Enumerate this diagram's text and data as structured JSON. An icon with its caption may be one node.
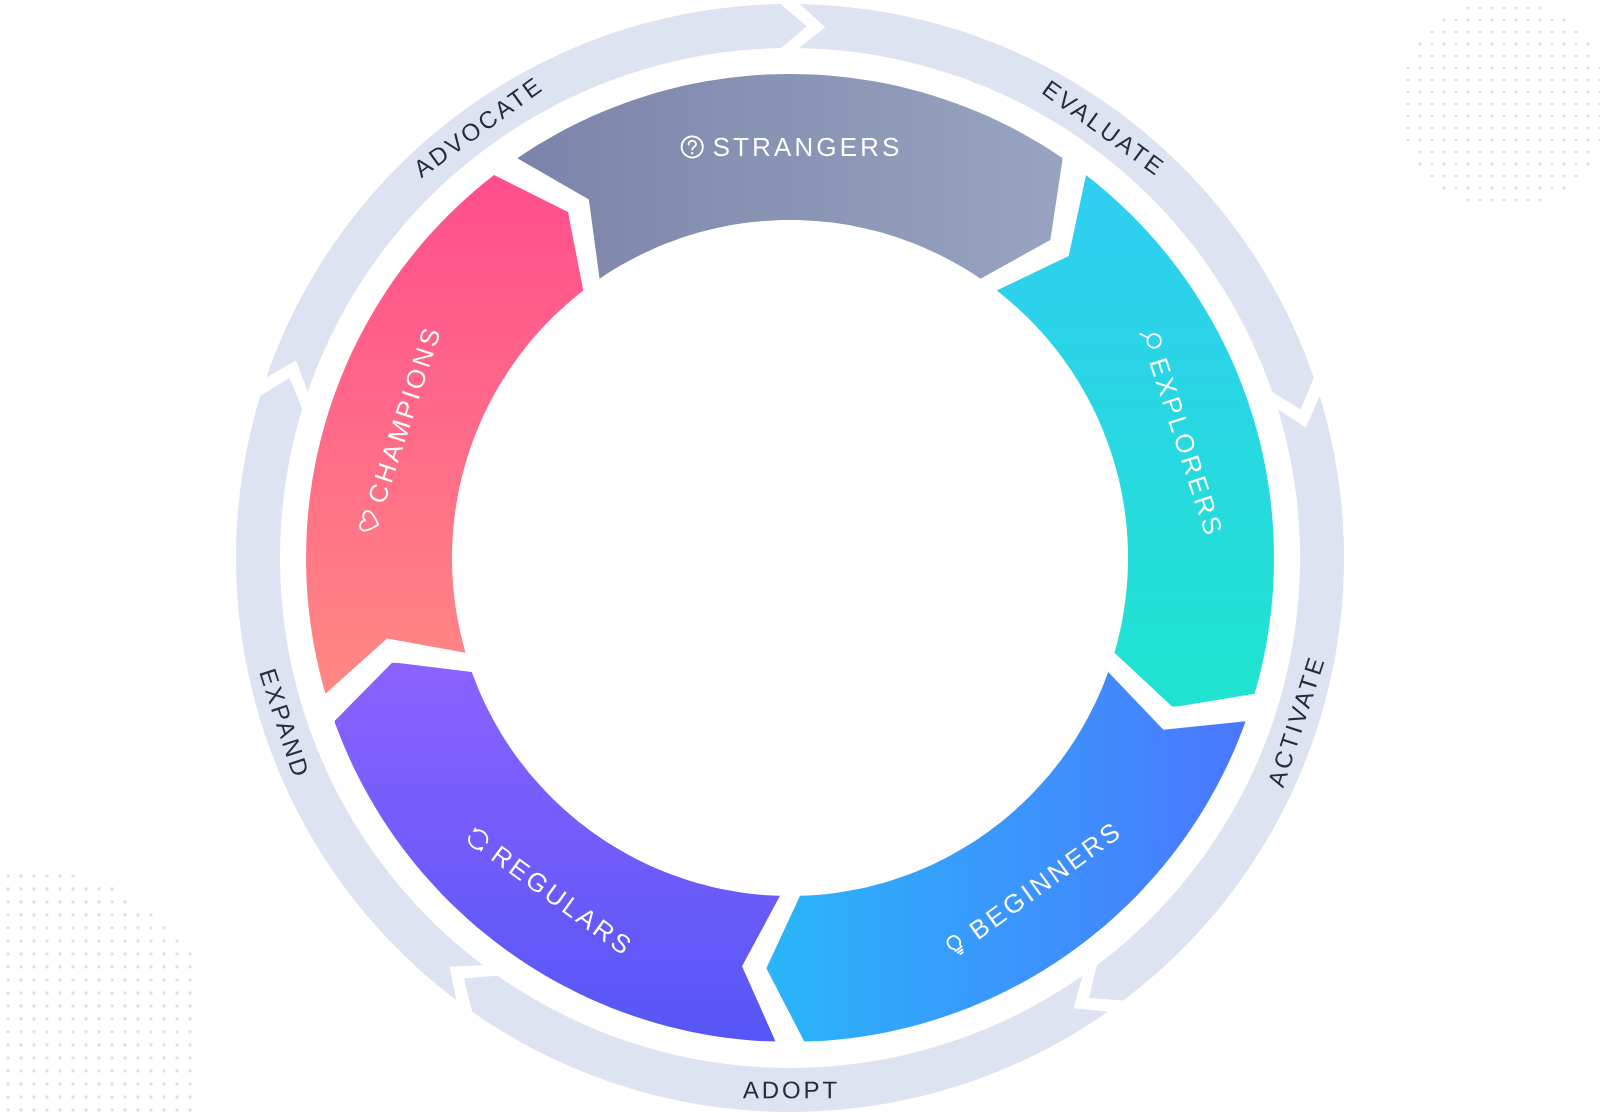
{
  "diagram": {
    "nodes": [
      {
        "text": [
          "STRANGERS"
        ]
      },
      {
        "text": [
          "EXPLORERS"
        ]
      },
      {
        "text": [
          "BEGINNERS"
        ]
      },
      {
        "text": [
          "REGULARS"
        ]
      },
      {
        "text": [
          "CHAMPIONS"
        ]
      },
      {
        "text": [
          "EVALUATE"
        ]
      },
      {
        "text": [
          "ACTIVATE"
        ]
      },
      {
        "text": [
          "ADOPT"
        ]
      },
      {
        "text": [
          "EXPAND"
        ]
      },
      {
        "text": [
          "ADVOCATE"
        ]
      }
    ]
  }
}
